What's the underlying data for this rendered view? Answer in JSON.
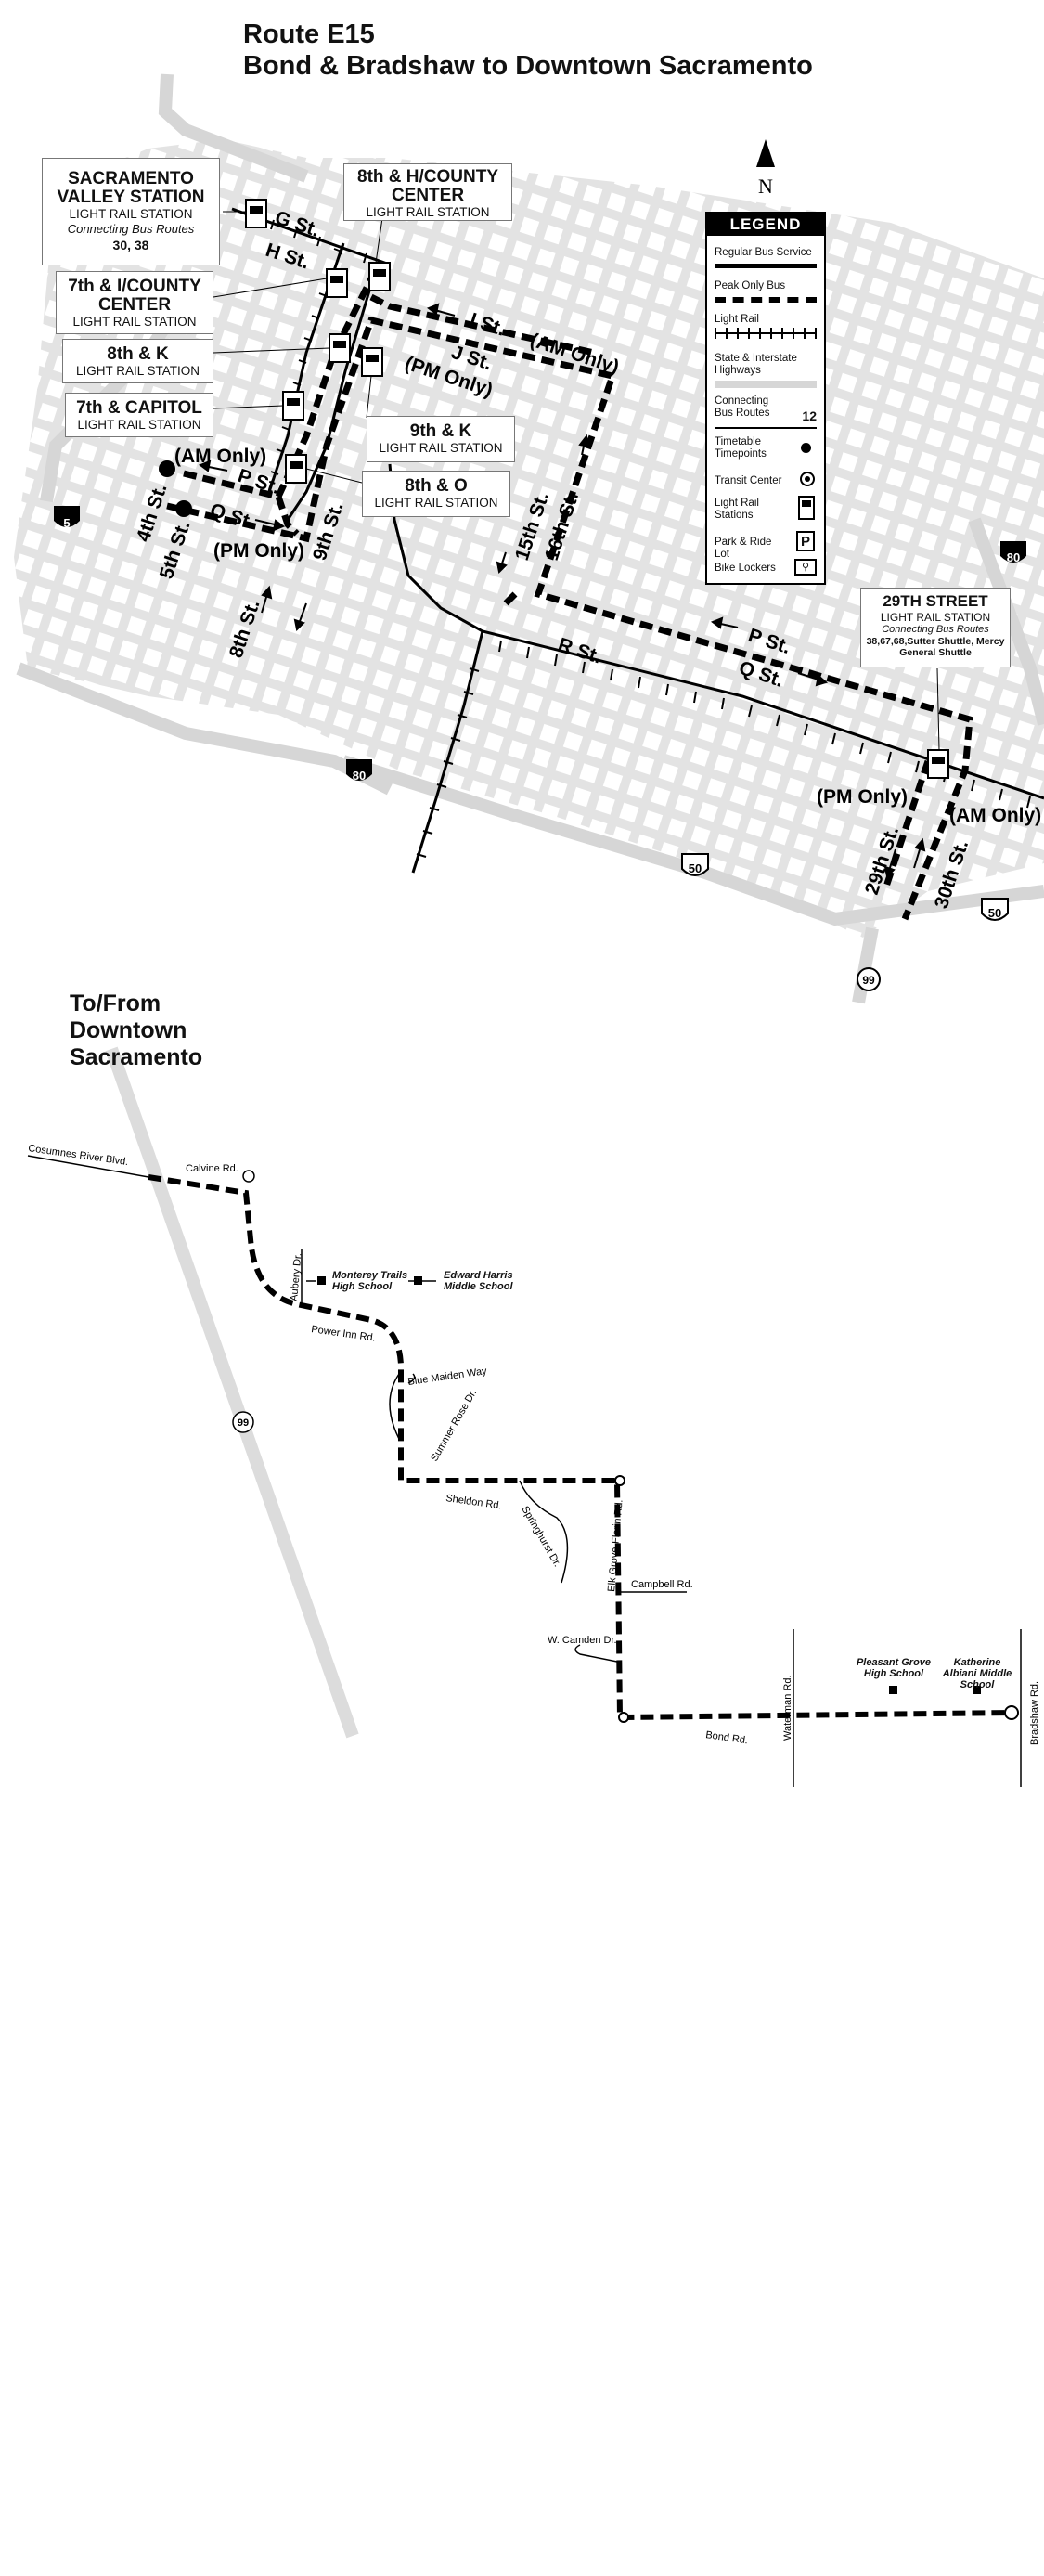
{
  "header": {
    "route": "Route E15",
    "subtitle": "Bond & Bradshaw to Downtown Sacramento"
  },
  "north_label": "N",
  "legend": {
    "title": "LEGEND",
    "items": {
      "regular": "Regular Bus Service",
      "peak": "Peak Only Bus",
      "rail": "Light Rail",
      "highways": "State & Interstate Highways",
      "connecting": "Connecting Bus Routes",
      "connecting_sample": "12",
      "timepoints": "Timetable Timepoints",
      "transit_center": "Transit Center",
      "rail_stations": "Light Rail Stations",
      "park_ride": "Park & Ride Lot",
      "park_ride_symbol": "P",
      "bike": "Bike Lockers"
    }
  },
  "stations": {
    "svs": {
      "name": "SACRAMENTO VALLEY STATION",
      "type": "LIGHT RAIL STATION",
      "conn_label": "Connecting Bus Routes",
      "routes": "30, 38"
    },
    "h_county": {
      "name": "8th & H/COUNTY CENTER",
      "type": "LIGHT RAIL STATION"
    },
    "i_county": {
      "name": "7th & I/COUNTY CENTER",
      "type": "LIGHT RAIL STATION"
    },
    "k8": {
      "name": "8th & K",
      "type": "LIGHT RAIL STATION"
    },
    "capitol": {
      "name": "7th & CAPITOL",
      "type": "LIGHT RAIL STATION"
    },
    "k9": {
      "name": "9th & K",
      "type": "LIGHT RAIL STATION"
    },
    "o8": {
      "name": "8th & O",
      "type": "LIGHT RAIL STATION"
    },
    "s29": {
      "name": "29TH STREET",
      "type": "LIGHT RAIL STATION",
      "conn_label": "Connecting Bus Routes",
      "routes": "38,67,68,Sutter Shuttle, Mercy General Shuttle"
    }
  },
  "downtown_streets": {
    "g": "G St.",
    "h": "H St.",
    "i": "I St.",
    "j": "J St.",
    "p": "P St.",
    "q": "Q St.",
    "r": "R St.",
    "s4": "4th St.",
    "s5": "5th St.",
    "s8": "8th St.",
    "s9": "9th St.",
    "s15": "15th St.",
    "s16": "16th St.",
    "s29": "29th St.",
    "s30": "30th St."
  },
  "time_notes": {
    "am_left": "(AM Only)",
    "pm_left": "(PM Only)",
    "am_top": "(AM Only)",
    "pm_top": "(PM Only)",
    "pm_right": "(PM Only)",
    "am_right": "(AM Only)"
  },
  "highways": {
    "i5": "5",
    "i80a": "80",
    "i80b": "80",
    "us50a": "50",
    "us50b": "50",
    "sr99a": "99",
    "sr99b": "99"
  },
  "to_from": "To/From Downtown Sacramento",
  "south_streets": {
    "cosumnes": "Cosumnes River Blvd.",
    "calvine": "Calvine Rd.",
    "aubery": "Aubery Dr.",
    "power_inn": "Power Inn Rd.",
    "blue_maiden": "Blue Maiden Way",
    "summer_rose": "Summer Rose Dr.",
    "sheldon": "Sheldon Rd.",
    "springhurst": "Springhurst Dr.",
    "elk_grove": "Elk Grove-Florin Rd.",
    "campbell": "Campbell Rd.",
    "camden": "W. Camden Dr.",
    "bond": "Bond Rd.",
    "waterman": "Waterman Rd.",
    "bradshaw": "Bradshaw Rd."
  },
  "schools": {
    "monterey": "Monterey Trails High School",
    "harris": "Edward Harris Middle School",
    "pleasant": "Pleasant Grove High School",
    "albiani": "Katherine Albiani Middle School"
  }
}
